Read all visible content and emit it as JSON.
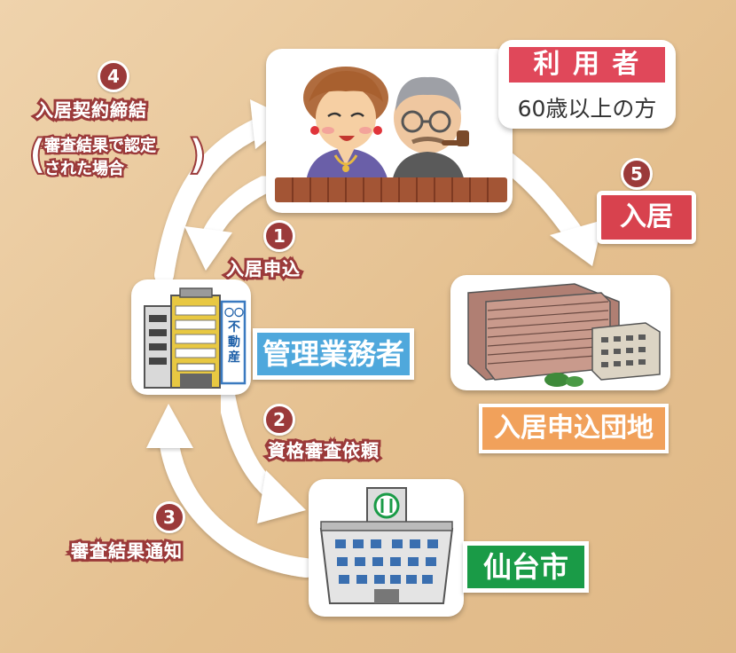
{
  "colors": {
    "step": "#9b3a3a",
    "user_tag": "#e0485a",
    "manager_tag": "#4fa8dc",
    "city_tag": "#1a9b47",
    "complex_tag": "#f1a15b",
    "move_in": "#d8424e"
  },
  "steps": [
    {
      "num": "1",
      "label": "入居申込"
    },
    {
      "num": "2",
      "label": "資格審査依頼"
    },
    {
      "num": "3",
      "label": "審査結果通知"
    },
    {
      "num": "4",
      "label": "入居契約締結",
      "note_line1": "審査結果で認定",
      "note_line2": "された場合"
    },
    {
      "num": "5",
      "label": "入居"
    }
  ],
  "user": {
    "tag": "利 用 者",
    "subtitle": "60歳以上の方"
  },
  "manager": {
    "tag": "管理業務者",
    "sign_line1": "〇〇",
    "sign_line2": "不",
    "sign_line3": "動",
    "sign_line4": "産"
  },
  "city": {
    "tag": "仙台市"
  },
  "complex": {
    "tag": "入居申込団地"
  },
  "icons": [
    "elderly-couple-icon",
    "office-building-icon",
    "city-hall-icon",
    "apartment-complex-icon",
    "arrow-icon"
  ]
}
